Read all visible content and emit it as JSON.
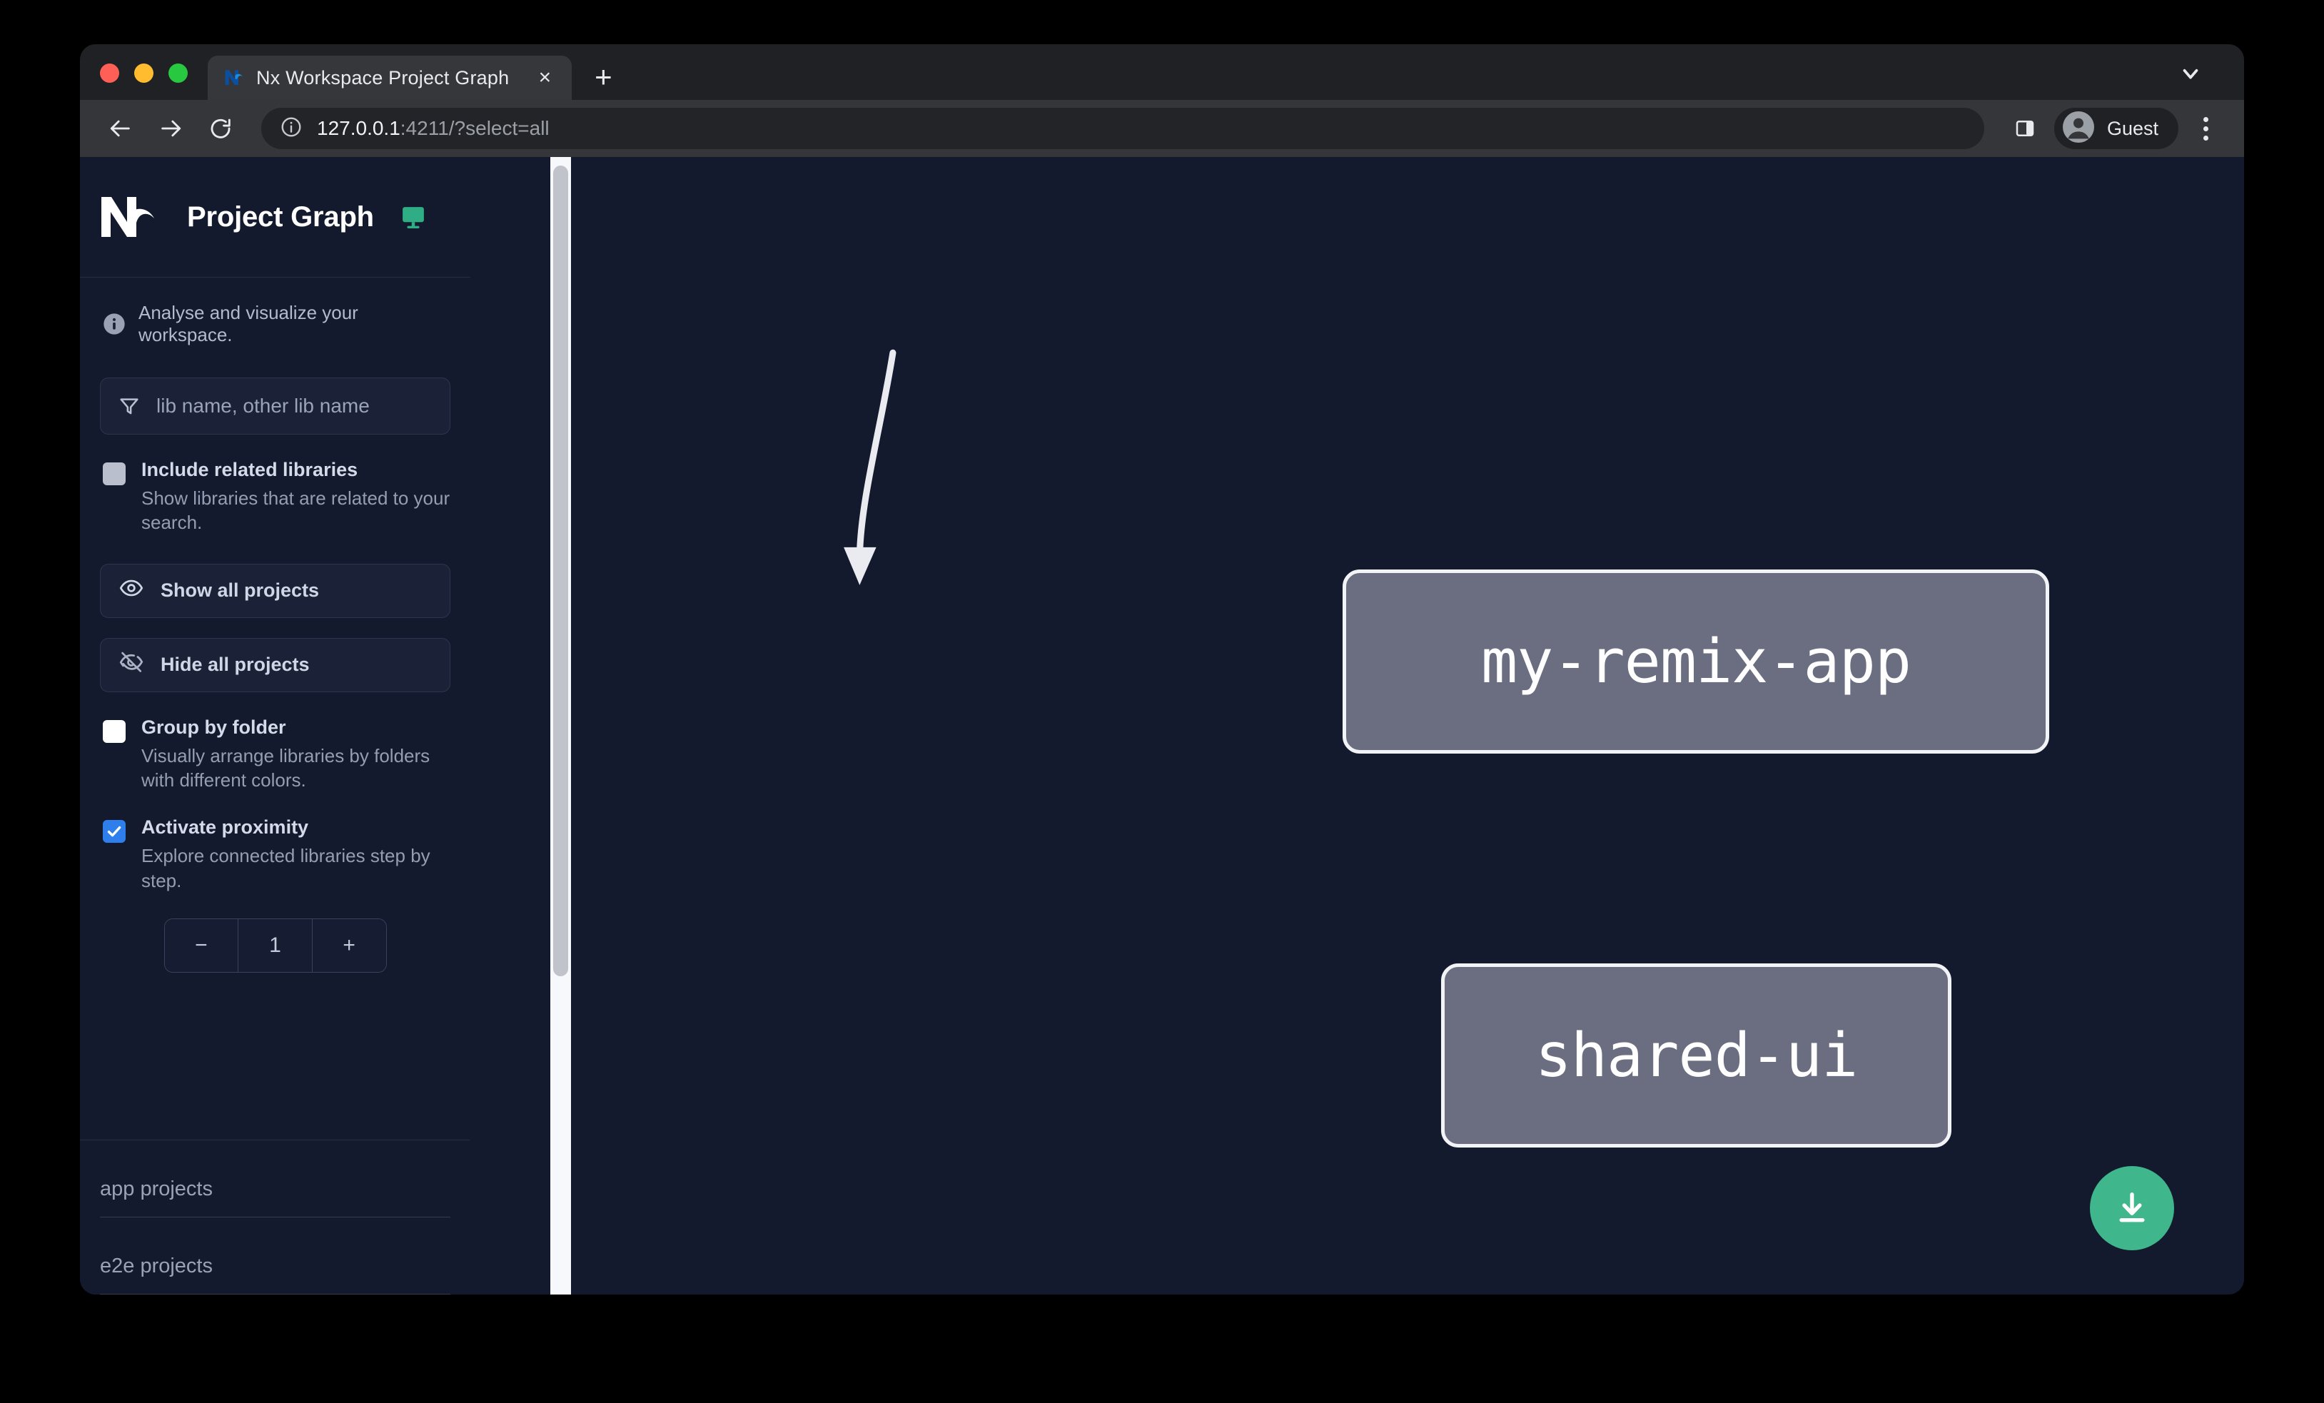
{
  "browser": {
    "tab": {
      "title": "Nx Workspace Project Graph",
      "favicon": "nx-favicon",
      "close_label": "×"
    },
    "new_tab_label": "+",
    "toolbar": {
      "back_icon": "back-arrow-icon",
      "forward_icon": "forward-arrow-icon",
      "reload_icon": "reload-icon",
      "site_info_icon": "site-info-icon",
      "url_host": "127.0.0.1",
      "url_rest": ":4211/?select=all",
      "side_panel_icon": "side-panel-icon",
      "profile_label": "Guest",
      "profile_icon": "account-circle-icon",
      "menu_icon": "kebab-menu-icon"
    },
    "tab_list_chevron": "chevron-down-icon"
  },
  "sidebar": {
    "logo": "nx-logo",
    "title": "Project Graph",
    "monitor_icon": "monitor-icon",
    "info_icon": "info-circle-icon",
    "tagline": "Analyse and visualize your workspace.",
    "filter": {
      "icon": "filter-funnel-icon",
      "placeholder": "lib name, other lib name",
      "value": ""
    },
    "options": [
      {
        "id": "include-related-libraries",
        "label": "Include related libraries",
        "description": "Show libraries that are related to your search.",
        "state": "disabled"
      },
      {
        "id": "group-by-folder",
        "label": "Group by folder",
        "description": "Visually arrange libraries by folders with different colors.",
        "state": "unchecked"
      },
      {
        "id": "activate-proximity",
        "label": "Activate proximity",
        "description": "Explore connected libraries step by step.",
        "state": "checked"
      }
    ],
    "buttons": [
      {
        "id": "show-all-projects",
        "label": "Show all projects",
        "icon": "eye-icon"
      },
      {
        "id": "hide-all-projects",
        "label": "Hide all projects",
        "icon": "eye-off-icon"
      }
    ],
    "stepper": {
      "decrement_label": "−",
      "value": "1",
      "increment_label": "+"
    },
    "sections": [
      {
        "id": "app-projects",
        "title": "app projects"
      },
      {
        "id": "e2e-projects",
        "title": "e2e projects"
      }
    ]
  },
  "graph": {
    "nodes": [
      {
        "id": "my-remix-app",
        "label": "my-remix-app"
      },
      {
        "id": "shared-ui",
        "label": "shared-ui"
      }
    ],
    "edges": [
      {
        "from": "my-remix-app",
        "to": "shared-ui"
      }
    ],
    "download_button": {
      "icon": "download-icon"
    }
  },
  "colors": {
    "accent_green": "#3fb68b",
    "checkbox_checked": "#2e7fec",
    "node_fill": "#6b6e80",
    "node_border": "#f2f3f7",
    "canvas_bg": "#131a2e",
    "sidebar_bg": "#141a2e"
  }
}
